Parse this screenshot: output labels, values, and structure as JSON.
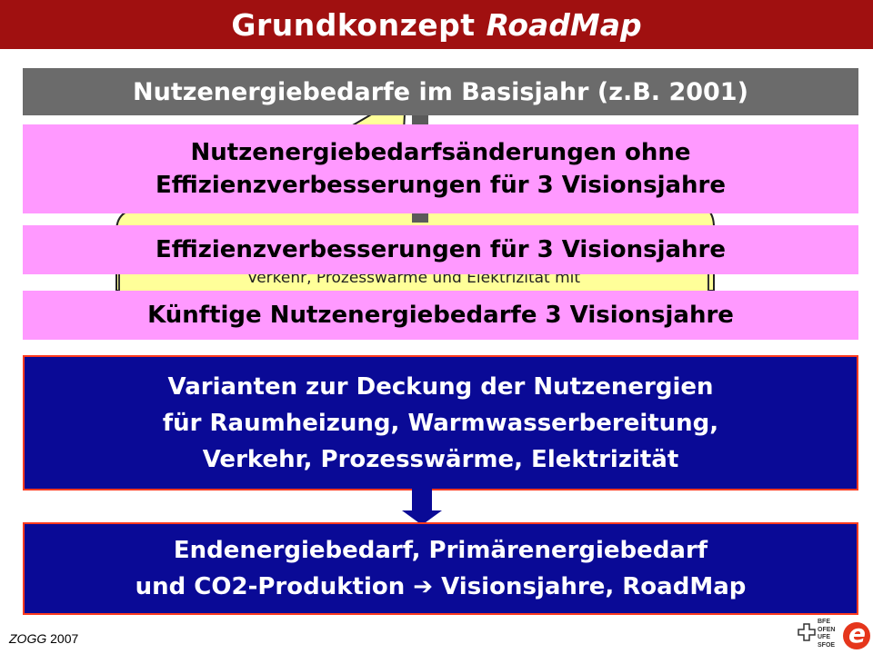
{
  "title": {
    "main": "Grundkonzept",
    "em": "RoadMap"
  },
  "boxes": {
    "basis": "Nutzenergiebedarfe im Basisjahr (z.B. 2001)",
    "changes_line1": "Nutzenergiebedarfsänderungen ohne",
    "changes_line2": "Effizienzverbesserungen für 3 Visionsjahre",
    "efficiency": "Effizienzverbesserungen für 3 Visionsjahre",
    "hidden_text": "Verkehr, Prozesswärme und Elektrizität mit",
    "future": "Künftige Nutzenergiebedarfe 3 Visionsjahre",
    "variants_line1": "Varianten zur Deckung der Nutzenergien",
    "variants_line2": "für Raumheizung, Warmwasserbereitung,",
    "variants_line3": "Verkehr, Prozesswärme, Elektrizität",
    "end_line1": "Endenergiebedarf, Primärenergiebedarf",
    "end_line2": "und CO2-Produktion  ➔  Visionsjahre, RoadMap"
  },
  "footer": {
    "author": "ZOGG",
    "year": "2007"
  },
  "logo": {
    "lines": [
      "BFE",
      "OFEN",
      "UFE",
      "SFOE"
    ],
    "letter": "e"
  },
  "colors": {
    "title_bg": "#a01010",
    "gray": "#6b6b6b",
    "pink": "#ff99ff",
    "blue": "#0a0a96",
    "border": "#ff3b1f",
    "logo_red": "#e5361c"
  }
}
